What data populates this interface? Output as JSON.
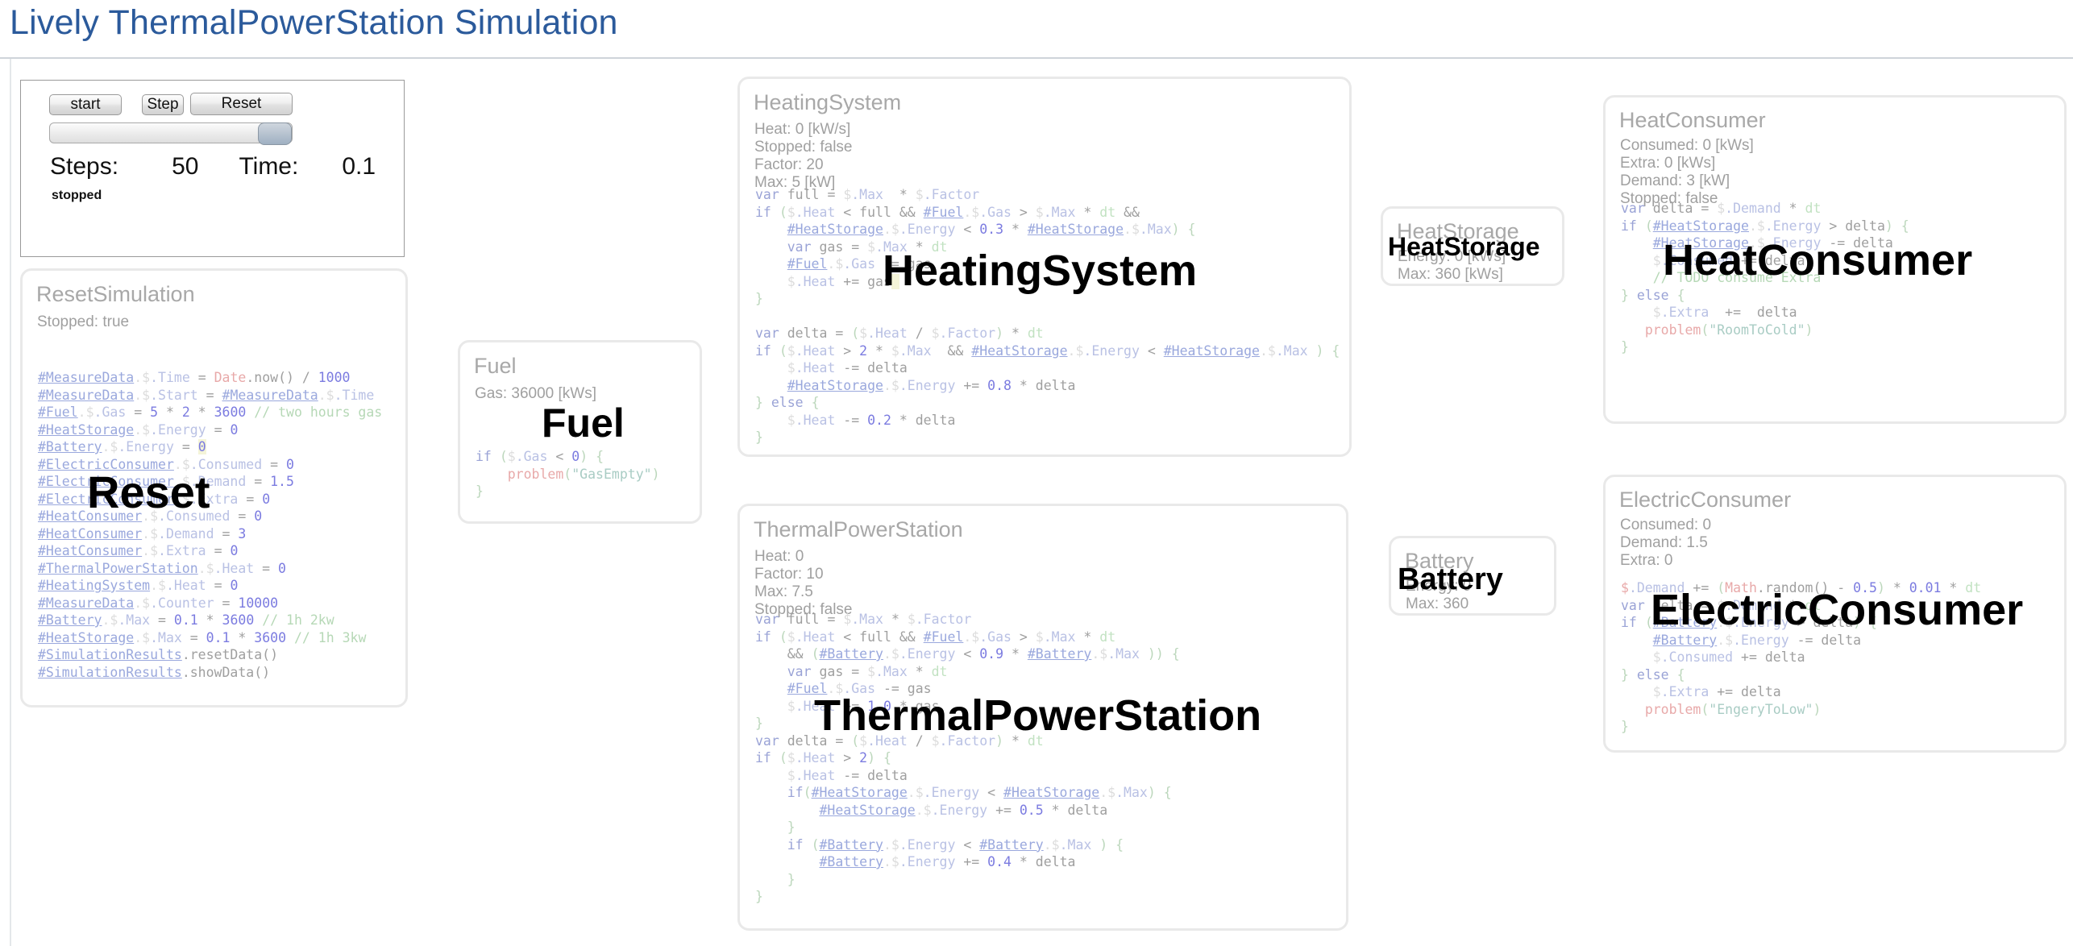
{
  "page": {
    "title": "Lively ThermalPowerStation Simulation",
    "title_color": "#2b5a9b"
  },
  "control_panel": {
    "buttons": [
      {
        "name": "start",
        "label": "start"
      },
      {
        "name": "step",
        "label": "Step"
      },
      {
        "name": "reset",
        "label": "Reset"
      }
    ],
    "slider": {
      "value": 100
    },
    "steps_label": "Steps:",
    "steps_value": "50",
    "time_label": "Time:",
    "time_value": "0.1",
    "status": "stopped"
  },
  "panels": {
    "reset_simulation": {
      "title": "ResetSimulation",
      "props": [
        "Stopped: true"
      ],
      "watermark": "Reset",
      "code_lines": [
        "#MeasureData.$.Time = Date.now() / 1000",
        "#MeasureData.$.Start = #MeasureData.$.Time",
        "#Fuel.$.Gas = 5 * 2 * 3600 // two hours gas",
        "#HeatStorage.$.Energy = 0",
        "#Battery.$.Energy = 0",
        "#ElectricConsumer.$.Consumed = 0",
        "#ElectricConsumer.$.Demand = 1.5",
        "#ElectricConsumer.$.Extra = 0",
        "#HeatConsumer.$.Consumed = 0",
        "#HeatConsumer.$.Demand = 3",
        "#HeatConsumer.$.Extra = 0",
        "#ThermalPowerStation.$.Heat = 0",
        "#HeatingSystem.$.Heat = 0",
        "#MeasureData.$.Counter = 10000",
        "#Battery.$.Max = 0.1 * 3600 // 1h 2kw",
        "#HeatStorage.$.Max = 0.1 * 3600 // 1h 3kw",
        "#SimulationResults.resetData()",
        "#SimulationResults.showData()"
      ]
    },
    "fuel": {
      "title": "Fuel",
      "props": [
        "Gas: 36000 [kWs]"
      ],
      "watermark": "Fuel",
      "code_lines": [
        "if ($.Gas < 0) {",
        "    problem(\"GasEmpty\")",
        "}"
      ]
    },
    "heating_system": {
      "title": "HeatingSystem",
      "props": [
        "Heat: 0 [kW/s]",
        "Stopped: false",
        "Factor: 20",
        "Max: 5 [kW]"
      ],
      "watermark": "HeatingSystem",
      "code_lines": [
        "var full = $.Max  * $.Factor",
        "if ($.Heat < full && #Fuel.$.Gas > $.Max * dt &&",
        "    #HeatStorage.$.Energy < 0.3 * #HeatStorage.$.Max) {",
        "    var gas = $.Max * dt",
        "    #Fuel.$.Gas -= gas",
        "    $.Heat += gas",
        "}",
        "",
        "var delta = ($.Heat / $.Factor) * dt",
        "if ($.Heat > 2 * $.Max  && #HeatStorage.$.Energy < #HeatStorage.$.Max ) {",
        "    $.Heat -= delta",
        "    #HeatStorage.$.Energy += 0.8 * delta",
        "} else {",
        "    $.Heat -= 0.2 * delta",
        "}"
      ]
    },
    "thermal_power_station": {
      "title": "ThermalPowerStation",
      "props": [
        "Heat: 0",
        "Factor: 10",
        "Max: 7.5",
        "Stopped: false"
      ],
      "watermark": "ThermalPowerStation",
      "code_lines": [
        "var full = $.Max * $.Factor",
        "if ($.Heat < full && #Fuel.$.Gas > $.Max * dt",
        "    && (#Battery.$.Energy < 0.9 * #Battery.$.Max )) {",
        "    var gas = $.Max * dt",
        "    #Fuel.$.Gas -= gas",
        "    $.Heat += 1.0 * gas",
        "}",
        "var delta = ($.Heat / $.Factor) * dt",
        "if ($.Heat > 2) {",
        "    $.Heat -= delta",
        "    if(#HeatStorage.$.Energy < #HeatStorage.$.Max) {",
        "        #HeatStorage.$.Energy += 0.5 * delta",
        "    }",
        "    if (#Battery.$.Energy < #Battery.$.Max ) {",
        "        #Battery.$.Energy += 0.4 * delta",
        "    }",
        "}"
      ]
    },
    "heat_storage": {
      "title": "HeatStorage",
      "props": [
        "Energy: 0 [kWs]",
        "Max: 360 [kWs]"
      ],
      "watermark": "HeatStorage",
      "code_lines": []
    },
    "battery": {
      "title": "Battery",
      "props": [
        "Energy: 0",
        "Max: 360"
      ],
      "watermark": "Battery",
      "code_lines": []
    },
    "heat_consumer": {
      "title": "HeatConsumer",
      "props": [
        "Consumed: 0 [kWs]",
        "Extra: 0 [kWs]",
        "Demand: 3 [kW]",
        "Stopped: false"
      ],
      "watermark": "HeatConsumer",
      "code_lines": [
        "var delta = $.Demand * dt",
        "if (#HeatStorage.$.Energy > delta) {",
        "    #HeatStorage.$.Energy -= delta",
        "    $.Consumed += delta",
        "    // TODO consume Extra",
        "} else {",
        "    $.Extra  +=  delta",
        "    problem(\"RoomToCold\")",
        "}"
      ]
    },
    "electric_consumer": {
      "title": "ElectricConsumer",
      "props": [
        "Consumed: 0",
        "Demand: 1.5",
        "Extra: 0"
      ],
      "watermark": "ElectricConsumer",
      "code_lines": [
        "$.Demand += (Math.random() - 0.5) * 0.01 * dt",
        "var delta = $.Demand * dt",
        "if (#Battery.$.Energy > delta) {",
        "    #Battery.$.Energy -= delta",
        "    $.Consumed += delta",
        "} else {",
        "    $.Extra += delta",
        "    problem(\"EngeryToLow\")",
        "}"
      ]
    }
  }
}
